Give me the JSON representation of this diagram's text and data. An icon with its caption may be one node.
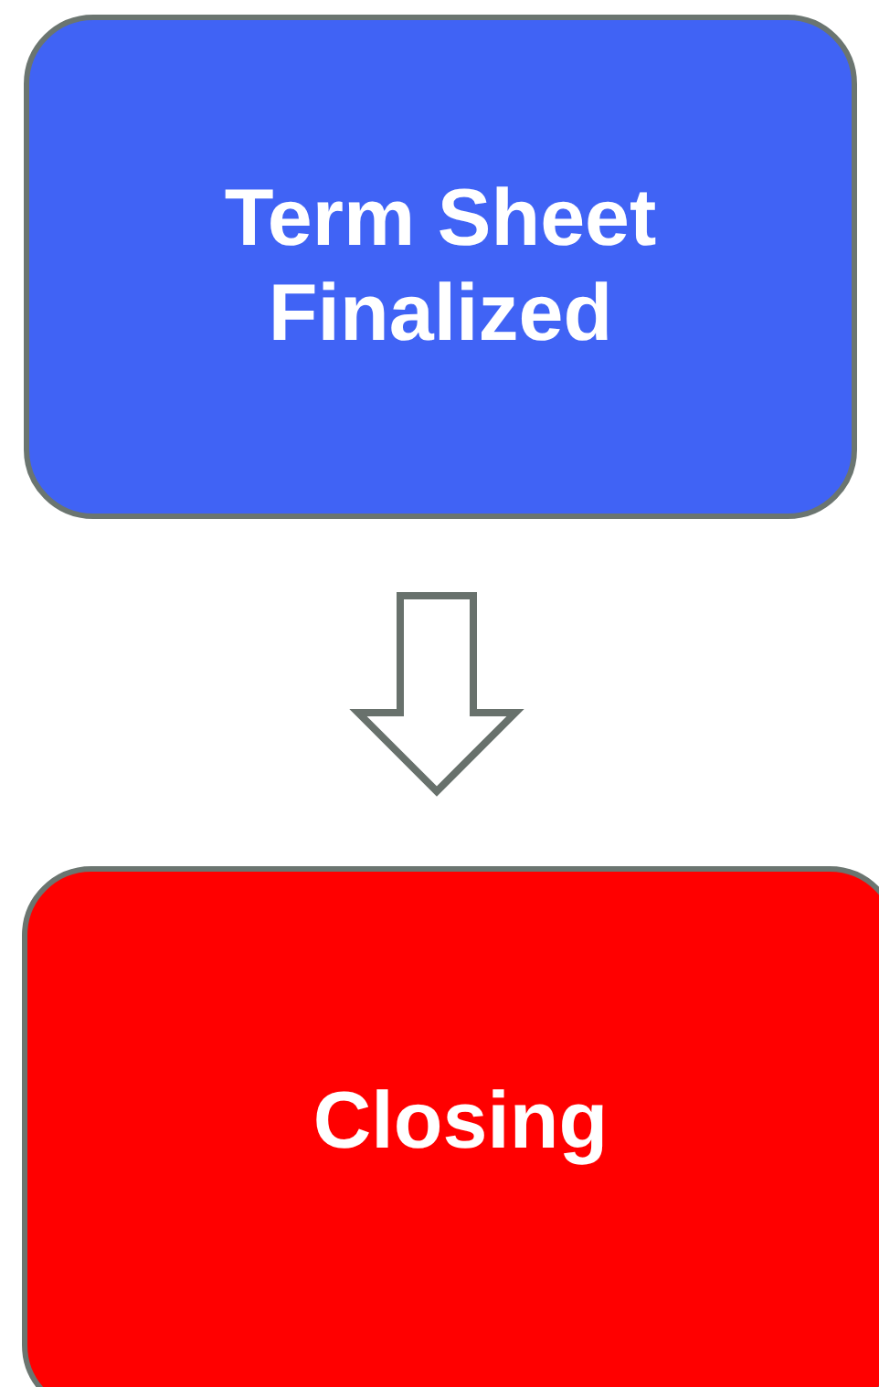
{
  "diagram": {
    "nodes": [
      {
        "text": [
          "Term Sheet Finalized"
        ]
      },
      {
        "text": [
          "Closing"
        ]
      }
    ],
    "edges": [
      {
        "from": 0,
        "to": 1,
        "arrow": "to"
      }
    ]
  }
}
